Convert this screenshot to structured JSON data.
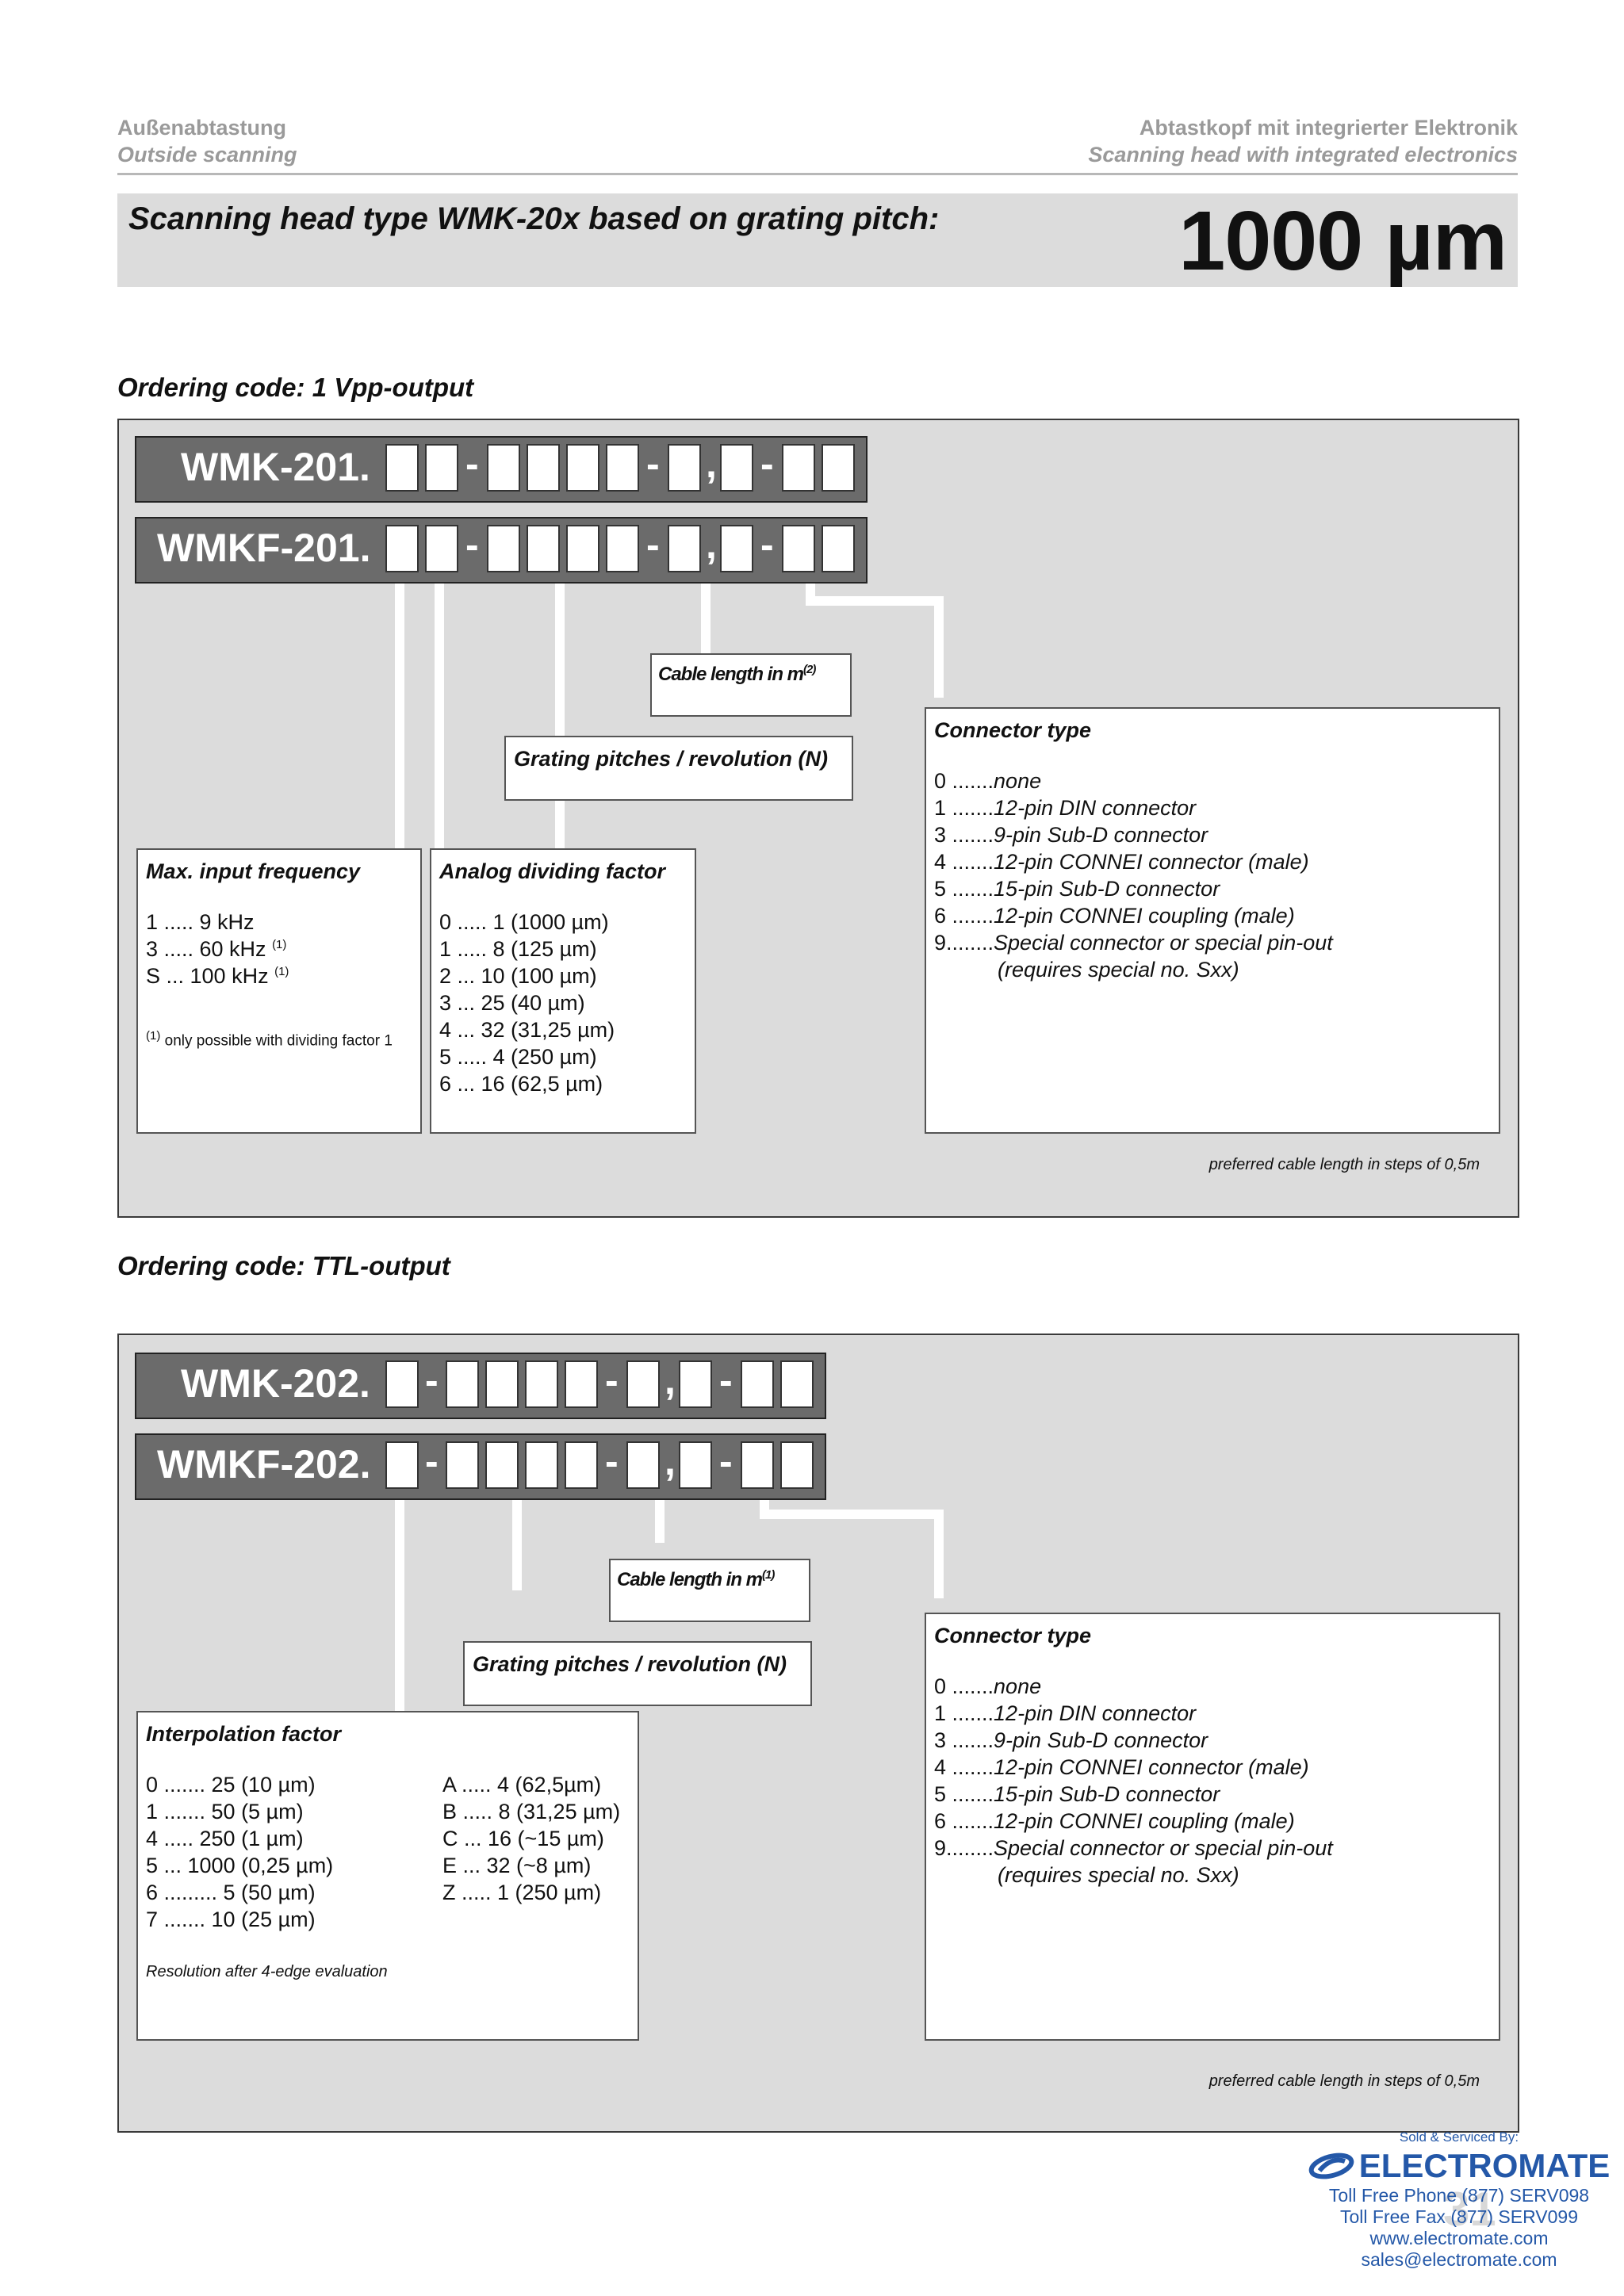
{
  "header": {
    "left_de": "Außenabtastung",
    "left_en": "Outside scanning",
    "right_de": "Abtastkopf mit integrierter Elektronik",
    "right_en": "Scanning head with integrated electronics"
  },
  "title": {
    "text": "Scanning head type WMK-20x based on grating pitch:",
    "pitch": "1000 µm"
  },
  "section1": {
    "title": "Ordering code: 1 Vpp-output",
    "code1": "WMK-201.",
    "code2": "WMKF-201.",
    "cable_box": "Cable length in m",
    "cable_sup": "(2)",
    "grating_box": "Grating pitches / revolution (N)",
    "freq": {
      "title": "Max. input frequency",
      "items": [
        {
          "text": "1 ..... 9 kHz",
          "sup": ""
        },
        {
          "text": "3 ..... 60 kHz ",
          "sup": "(1)"
        },
        {
          "text": "S ... 100 kHz ",
          "sup": "(1)"
        }
      ],
      "note_sup": "(1)",
      "note": " only possible with dividing factor 1"
    },
    "analog": {
      "title": "Analog dividing factor",
      "items": [
        "0 ..... 1 (1000 µm)",
        "1 ..... 8 (125 µm)",
        "2 ... 10 (100 µm)",
        "3 ... 25 (40 µm)",
        "4 ... 32 (31,25 µm)",
        "5 ..... 4 (250 µm)",
        "6 ... 16 (62,5 µm)"
      ]
    },
    "connector": {
      "title": "Connector type",
      "items": [
        {
          "k": "0 .......",
          "d": "none"
        },
        {
          "k": "1 .......",
          "d": "12-pin DIN connector"
        },
        {
          "k": "3 .......",
          "d": "9-pin Sub-D connector"
        },
        {
          "k": "4 .......",
          "d": "12-pin CONNEI connector (male)"
        },
        {
          "k": "5 .......",
          "d": "15-pin Sub-D connector"
        },
        {
          "k": "6 .......",
          "d": "12-pin CONNEI coupling (male)"
        },
        {
          "k": "9........",
          "d": "Special connector or special pin-out"
        },
        {
          "k": "",
          "d": "(requires special no. Sxx)"
        }
      ]
    },
    "pref": "preferred cable length in steps of 0,5m"
  },
  "section2": {
    "title": "Ordering code: TTL-output",
    "code1": "WMK-202.",
    "code2": "WMKF-202.",
    "cable_box": "Cable length in m",
    "cable_sup": "(1)",
    "grating_box": "Grating pitches / revolution (N)",
    "interp": {
      "title": "Interpolation factor",
      "col1": [
        "0 ....... 25 (10 µm)",
        "1 ....... 50 (5 µm)",
        "4 ..... 250 (1 µm)",
        "5 ... 1000 (0,25 µm)",
        "6 ......... 5 (50 µm)",
        "7 ....... 10 (25 µm)"
      ],
      "col2": [
        "A ..... 4 (62,5µm)",
        "B ..... 8 (31,25 µm)",
        "C ... 16 (~15 µm)",
        "E ... 32 (~8 µm)",
        "Z ..... 1 (250  µm)"
      ],
      "note": "Resolution after 4-edge evaluation"
    },
    "connector": {
      "title": "Connector type",
      "items": [
        {
          "k": "0 .......",
          "d": "none"
        },
        {
          "k": "1 .......",
          "d": "12-pin DIN connector"
        },
        {
          "k": "3 .......",
          "d": "9-pin Sub-D connector"
        },
        {
          "k": "4 .......",
          "d": "12-pin CONNEI connector (male)"
        },
        {
          "k": "5 .......",
          "d": "15-pin Sub-D connector"
        },
        {
          "k": "6 .......",
          "d": "12-pin CONNEI coupling (male)"
        },
        {
          "k": "9........",
          "d": "Special connector or special pin-out"
        },
        {
          "k": "",
          "d": "(requires special no. Sxx)"
        }
      ]
    },
    "pref": "preferred cable length in steps of 0,5m"
  },
  "footer": {
    "sold": "Sold & Serviced By:",
    "brand": "ELECTROMATE",
    "phone": "Toll Free Phone  (877) SERV098",
    "fax": "Toll Free Fax  (877) SERV099",
    "web": "www.electromate.com",
    "email": "sales@electromate.com",
    "page_number": "31"
  }
}
